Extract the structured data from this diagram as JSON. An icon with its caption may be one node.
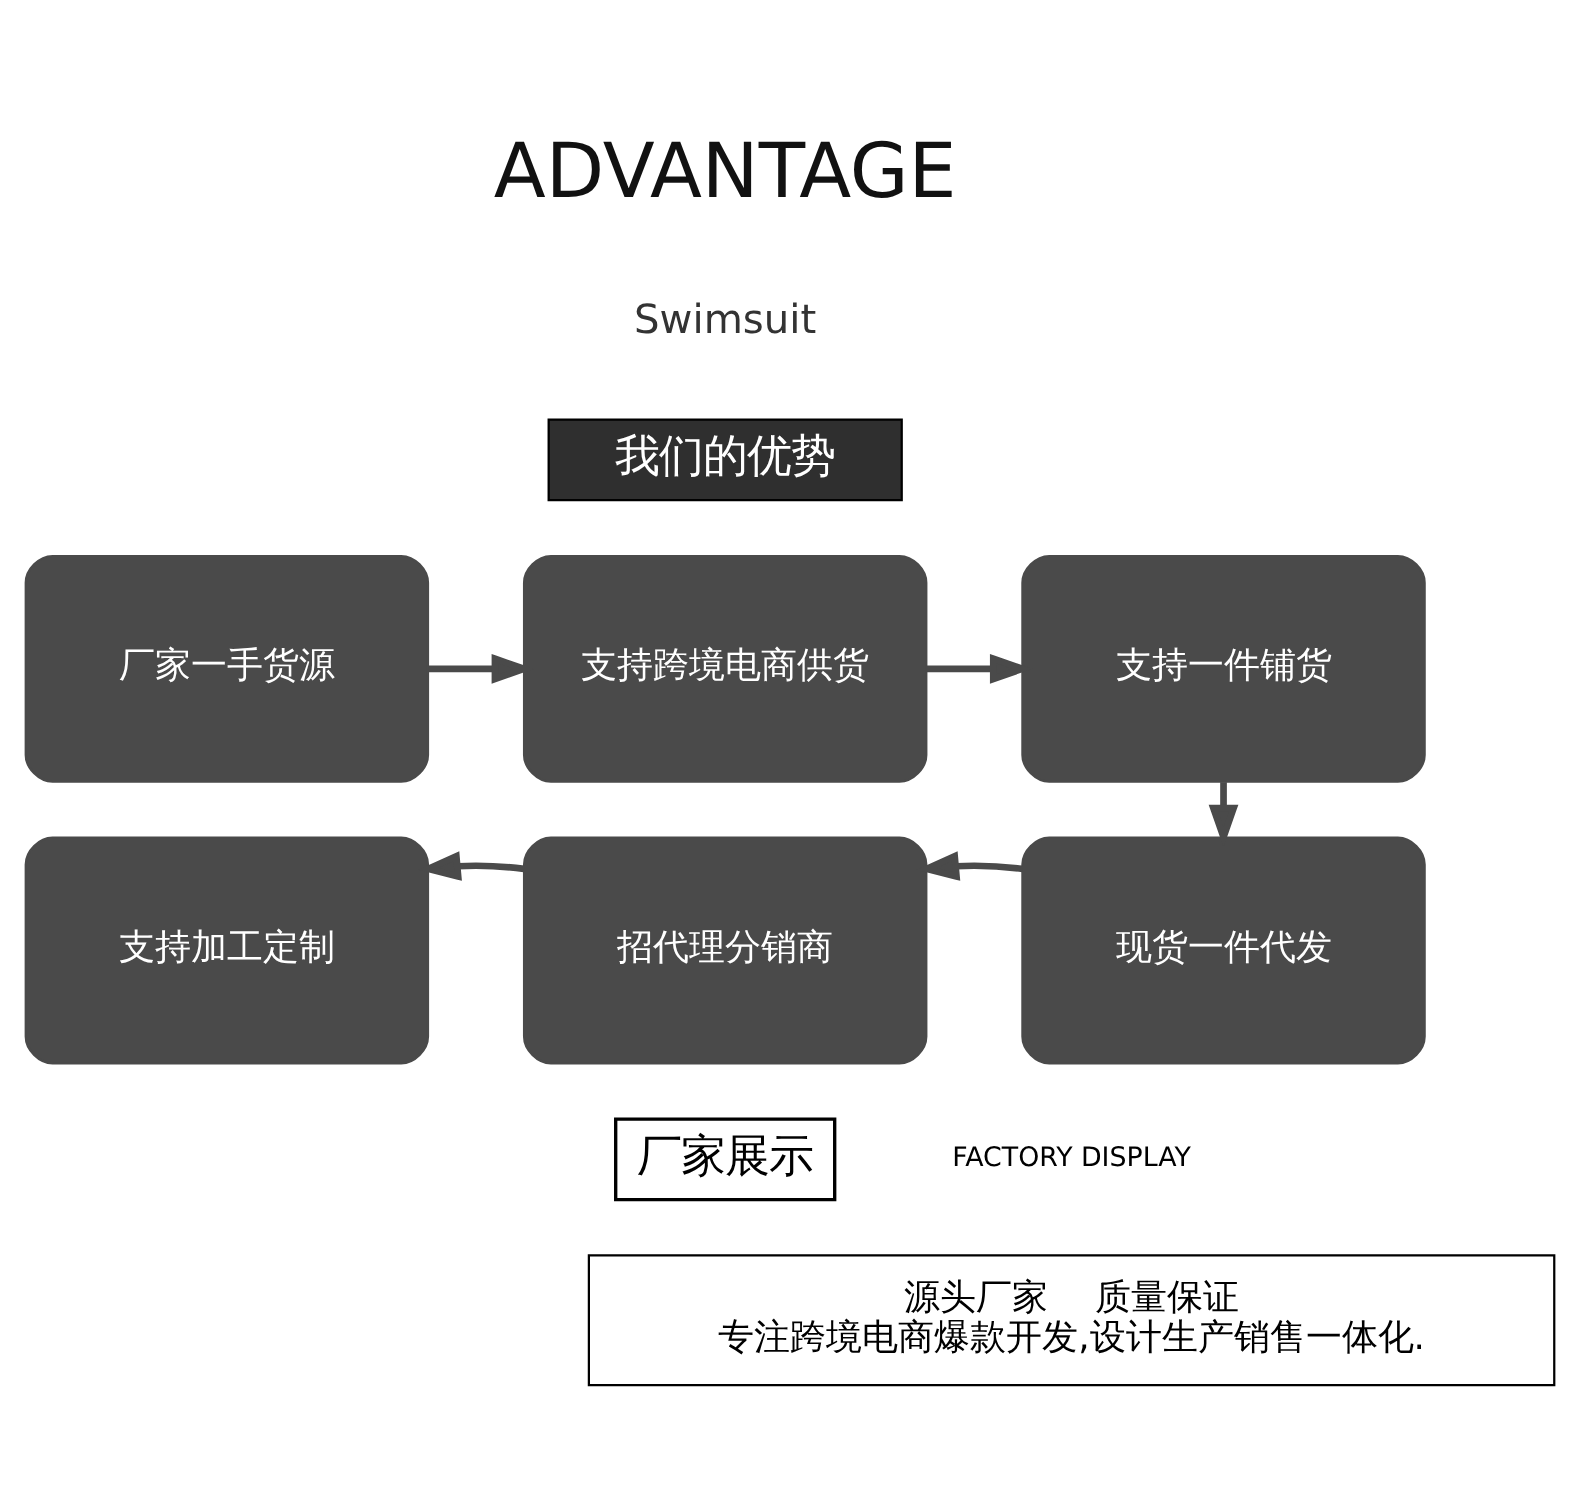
{
  "diagram": {
    "nodes": [
      {
        "text": [
          "我们的优势"
        ]
      },
      {
        "text": [
          "厂家一手货源"
        ]
      },
      {
        "text": [
          "支持跨境电商供货"
        ]
      },
      {
        "text": [
          "支持一件铺货"
        ]
      },
      {
        "text": [
          "现货一件代发"
        ]
      },
      {
        "text": [
          "招代理分销商"
        ]
      },
      {
        "text": [
          "支持加工定制"
        ]
      },
      {
        "text": [
          "厂家展示"
        ]
      },
      {
        "text": [
          "源头厂家　 质量保证",
          "专注跨境电商爆款开发,设计生产销售一体化."
        ]
      }
    ],
    "edges": [
      {
        "from": 1,
        "to": 2,
        "arrow": "to"
      },
      {
        "from": 2,
        "to": 3,
        "arrow": "to"
      },
      {
        "from": 3,
        "to": 4,
        "arrow": "to"
      },
      {
        "from": 4,
        "to": 5,
        "arrow": "to"
      },
      {
        "from": 5,
        "to": 6,
        "arrow": "to"
      }
    ],
    "labels": [
      "ADVANTAGE",
      "Swimsuit",
      "FACTORY DISPLAY"
    ]
  }
}
